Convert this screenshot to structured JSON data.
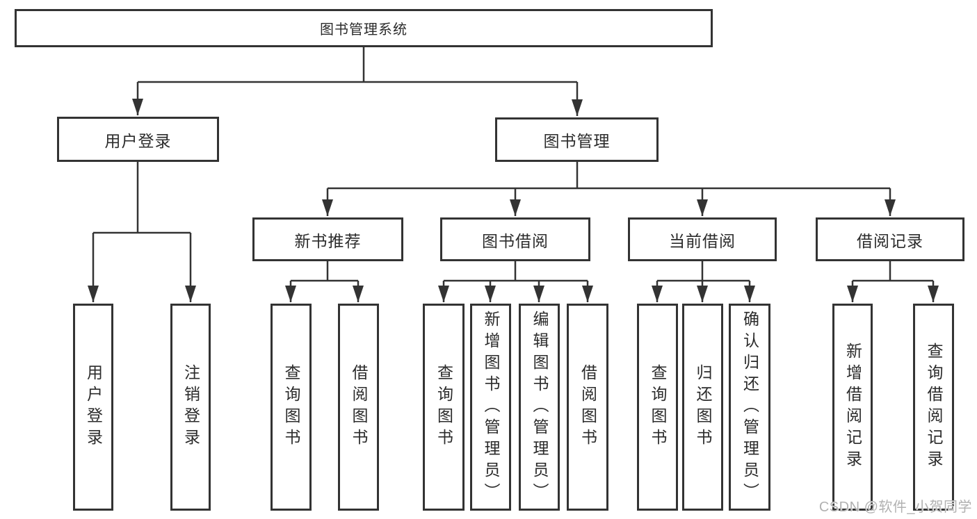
{
  "tree": {
    "root": {
      "label": "图书管理系统"
    },
    "branches": [
      {
        "label": "用户登录",
        "children": [
          {
            "label": "用户登录"
          },
          {
            "label": "注销登录"
          }
        ]
      },
      {
        "label": "图书管理",
        "children": [
          {
            "label": "新书推荐",
            "children": [
              {
                "label": "查询图书"
              },
              {
                "label": "借阅图书"
              }
            ]
          },
          {
            "label": "图书借阅",
            "children": [
              {
                "label": "查询图书"
              },
              {
                "label": "新增图书（管理员）"
              },
              {
                "label": "编辑图书（管理员）"
              },
              {
                "label": "借阅图书"
              }
            ]
          },
          {
            "label": "当前借阅",
            "children": [
              {
                "label": "查询图书"
              },
              {
                "label": "归还图书"
              },
              {
                "label": "确认归还（管理员）"
              }
            ]
          },
          {
            "label": "借阅记录",
            "children": [
              {
                "label": "新增借阅记录"
              },
              {
                "label": "查询借阅记录"
              }
            ]
          }
        ]
      }
    ]
  },
  "watermark": {
    "text": "CSDN @软件_小贺同学",
    "color": "#b1b1b1"
  },
  "colors": {
    "line": "#333333",
    "border": "#333333",
    "text": "#2b2b2b",
    "background": "#ffffff",
    "box_fill": "#ffffff"
  }
}
